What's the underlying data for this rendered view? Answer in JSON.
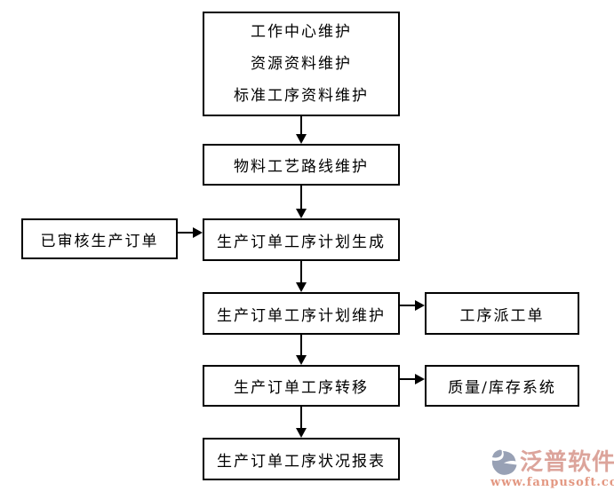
{
  "page": {
    "background": "#ffffff",
    "diagram_type": "flowchart",
    "topic": "production-order-process-flow"
  },
  "flowchart": {
    "stroke_color": "#000000",
    "box_fill": "#ffffff",
    "text_color": "#000000",
    "nodes": {
      "master_data": {
        "lines": [
          "工作中心维护",
          "资源资料维护",
          "标准工序资料维护"
        ]
      },
      "material_routing": {
        "label": "物料工艺路线维护"
      },
      "approved_order": {
        "label": "已审核生产订单"
      },
      "plan_generate": {
        "label": "生产订单工序计划生成"
      },
      "plan_maintain": {
        "label": "生产订单工序计划维护"
      },
      "dispatch_order": {
        "label": "工序派工单"
      },
      "process_transfer": {
        "label": "生产订单工序转移"
      },
      "quality_inventory": {
        "label": "质量/库存系统"
      },
      "status_report": {
        "label": "生产订单工序状况报表"
      }
    },
    "edges": [
      {
        "from": "master_data",
        "to": "material_routing",
        "direction": "down"
      },
      {
        "from": "material_routing",
        "to": "plan_generate",
        "direction": "down"
      },
      {
        "from": "approved_order",
        "to": "plan_generate",
        "direction": "right"
      },
      {
        "from": "plan_generate",
        "to": "plan_maintain",
        "direction": "down"
      },
      {
        "from": "plan_maintain",
        "to": "dispatch_order",
        "direction": "right"
      },
      {
        "from": "plan_maintain",
        "to": "process_transfer",
        "direction": "down"
      },
      {
        "from": "process_transfer",
        "to": "quality_inventory",
        "direction": "right"
      },
      {
        "from": "process_transfer",
        "to": "status_report",
        "direction": "down"
      }
    ]
  },
  "watermark": {
    "brand": "泛普软件",
    "url": "www.fanpusoft.com",
    "brand_color": "#dca49b",
    "url_color": "#e39781",
    "icon_color": "#98a1b5"
  }
}
